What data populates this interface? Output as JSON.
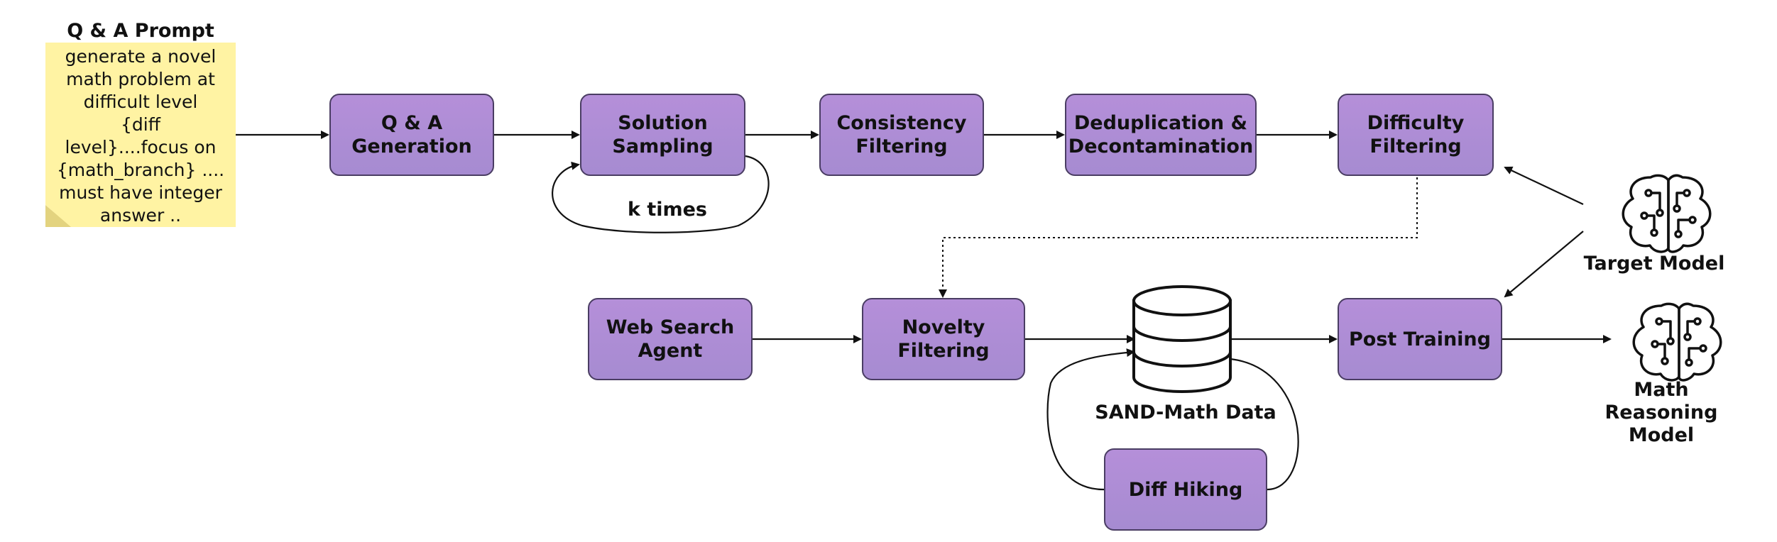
{
  "prompt_note": {
    "title": "Q & A Prompt",
    "text": "generate a novel\nmath problem at\ndifficult level\n{diff\nlevel}....focus on\n{math_branch} ....\nmust have integer\nanswer .."
  },
  "nodes": {
    "qa_generation": "Q & A\nGeneration",
    "solution_sampling": "Solution\nSampling",
    "consistency_filtering": "Consistency\nFiltering",
    "dedup": "Deduplication &\nDecontamination",
    "difficulty_filtering": "Difficulty\nFiltering",
    "web_search_agent": "Web Search\nAgent",
    "novelty_filtering": "Novelty\nFiltering",
    "post_training": "Post Training",
    "diff_hiking": "Diff Hiking"
  },
  "labels": {
    "k_times": "k times",
    "sand_math_data": "SAND-Math Data",
    "target_model": "Target Model",
    "math_reasoning_model": "Math\nReasoning\nModel"
  },
  "icons": {
    "target_model": "brain-circuit-icon",
    "math_reasoning_model": "brain-circuit-icon",
    "dataset": "database-icon"
  },
  "colors": {
    "box_fill": "#b08cd6",
    "box_border": "#4a3d63",
    "note_fill": "#fff3a3"
  }
}
